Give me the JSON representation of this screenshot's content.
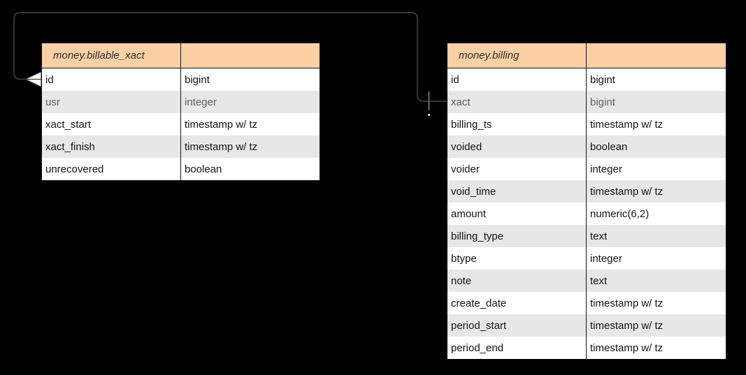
{
  "theme": {
    "background": "#000000",
    "header-bg": "#FCD0A4",
    "row-alt-bg": "#E7E7E7",
    "muted-text": "#5E5E5E",
    "line-color": "#3D3D3D",
    "tick-color": "#909090"
  },
  "tables": [
    {
      "title": "money.billable_xact",
      "columns": [
        {
          "name": "id",
          "type": "bigint",
          "muted": false
        },
        {
          "name": "usr",
          "type": "integer",
          "muted": true
        },
        {
          "name": "xact_start",
          "type": "timestamp w/ tz",
          "muted": false
        },
        {
          "name": "xact_finish",
          "type": "timestamp w/ tz",
          "muted": false
        },
        {
          "name": "unrecovered",
          "type": "boolean",
          "muted": false
        }
      ]
    },
    {
      "title": "money.billing",
      "columns": [
        {
          "name": "id",
          "type": "bigint",
          "muted": false
        },
        {
          "name": "xact",
          "type": "bigint",
          "muted": true
        },
        {
          "name": "billing_ts",
          "type": "timestamp w/ tz",
          "muted": false
        },
        {
          "name": "voided",
          "type": "boolean",
          "muted": false
        },
        {
          "name": "voider",
          "type": "integer",
          "muted": false
        },
        {
          "name": "void_time",
          "type": "timestamp w/ tz",
          "muted": false
        },
        {
          "name": "amount",
          "type": "numeric(6,2)",
          "muted": false
        },
        {
          "name": "billing_type",
          "type": "text",
          "muted": false
        },
        {
          "name": "btype",
          "type": "integer",
          "muted": false
        },
        {
          "name": "note",
          "type": "text",
          "muted": false
        },
        {
          "name": "create_date",
          "type": "timestamp w/ tz",
          "muted": false
        },
        {
          "name": "period_start",
          "type": "timestamp w/ tz",
          "muted": false
        },
        {
          "name": "period_end",
          "type": "timestamp w/ tz",
          "muted": false
        }
      ]
    }
  ],
  "relationship": {
    "from_table": "money.billing",
    "from_column": "xact",
    "to_table": "money.billable_xact",
    "to_column": "id",
    "end_marker": "open-arrowhead",
    "start_marker": "cardinality-tick-and-dot"
  }
}
